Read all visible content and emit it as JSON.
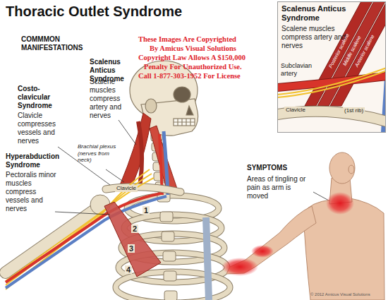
{
  "diagram": {
    "title": "Thoracic Outlet Syndrome",
    "nodes": [
      {
        "text": [
          "Scalenus Anticus Syndrome",
          "Scalene muscles compress artery and nerves"
        ]
      }
    ],
    "labels": [
      "COMMMON MANIFESTATIONS",
      "Scalenus Anticus Syndrome",
      "Scalene muscles compress artery and nerves",
      "Costo-clavicular Syndrome",
      "Clavicle compresses vessels and nerves",
      "Hyperabduction Syndrome",
      "Pectoralis minor muscles compress vessels and nerves",
      "Brachial plexus (nerves from neck)",
      "Clavicle",
      "1",
      "2",
      "3",
      "4",
      "Posterior scalene",
      "Middle scalene",
      "Anterior scalene",
      "Subclavian artery",
      "Clavicle",
      "(1st rib)",
      "SYMPTOMS",
      "Areas of tingling or pain as arm is moved",
      "These Images Are Copyrighted",
      "By Amicus Visual Solutions",
      "Copyright Law Allows A $150,000",
      "Penalty For Unauthorized Use.",
      "Call 1-877-303-1952 For License",
      "© 2012 Amicus Visual Solutions"
    ]
  }
}
